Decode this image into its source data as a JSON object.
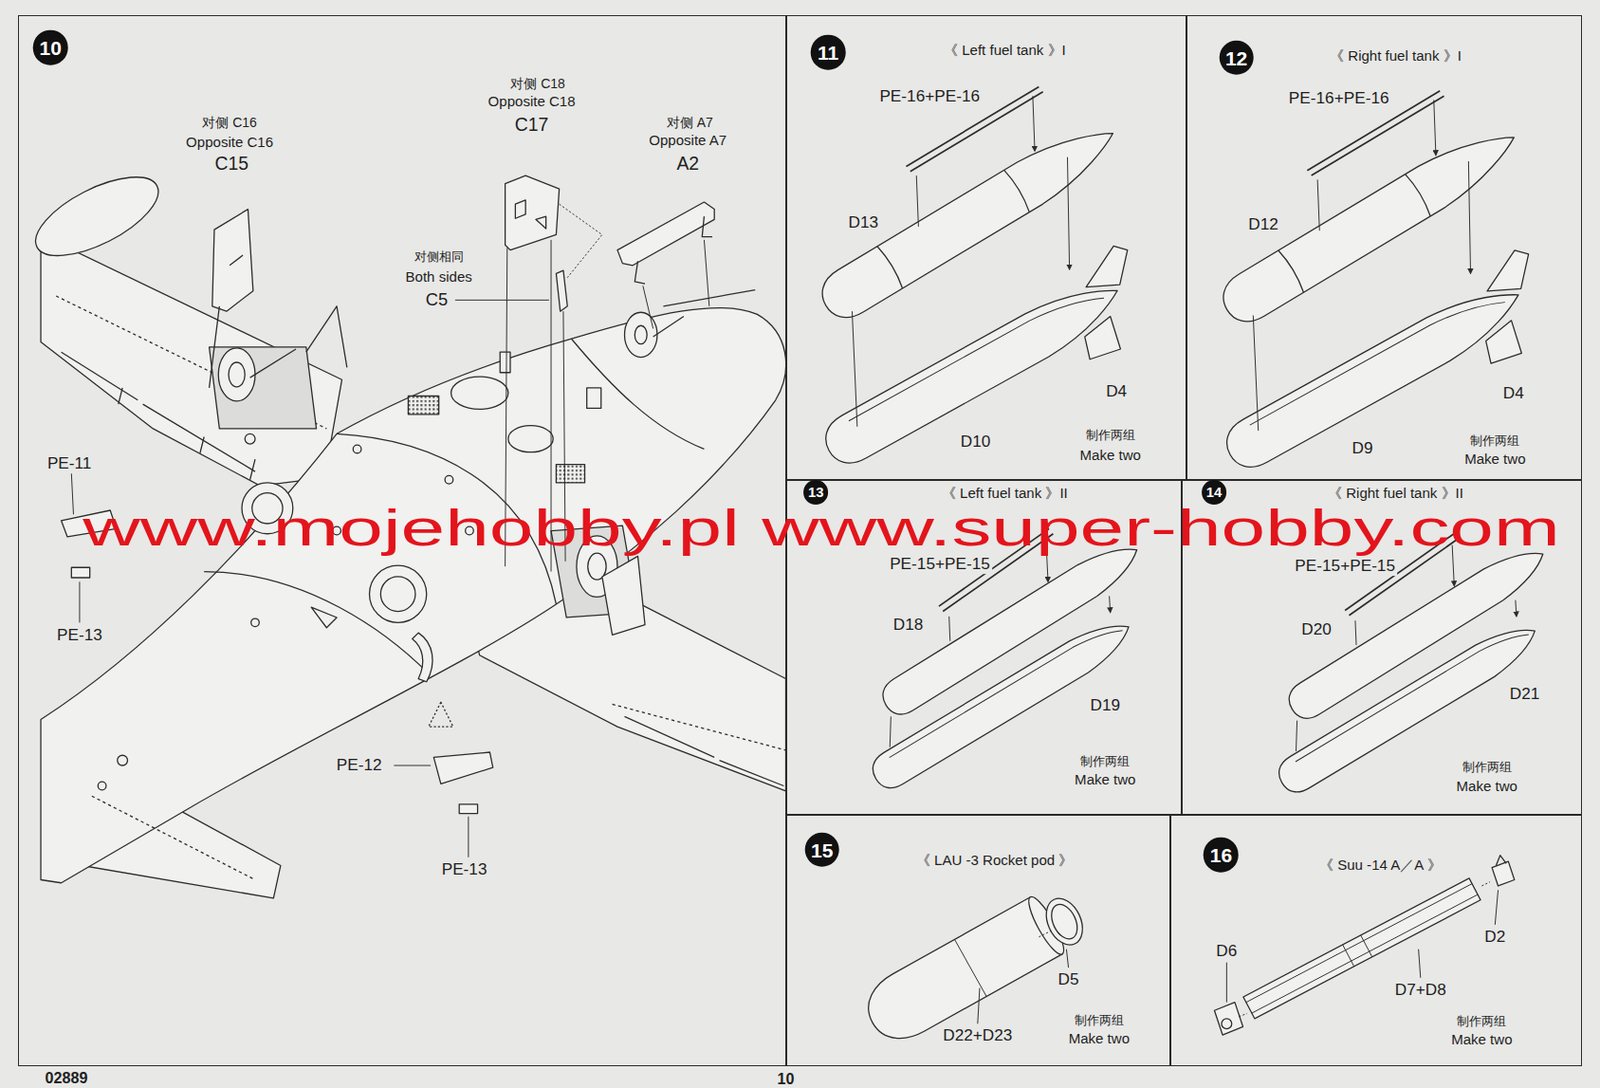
{
  "diagram": {
    "nodes": [
      {
        "text": [
          "10"
        ]
      },
      {
        "text": [
          "11",
          "《 Left fuel tank 》I"
        ]
      },
      {
        "text": [
          "12",
          "《 Right fuel tank 》I"
        ]
      },
      {
        "text": [
          "13",
          "《 Left fuel tank 》II"
        ]
      },
      {
        "text": [
          "14",
          "《 Right fuel tank 》II"
        ]
      },
      {
        "text": [
          "15",
          "《 LAU -3 Rocket pod 》"
        ]
      },
      {
        "text": [
          "16",
          "《 Suu -14 A／A 》"
        ]
      }
    ],
    "labels": [
      "对侧 C16",
      "Opposite C16",
      "C15",
      "对侧 C18",
      "Opposite C18",
      "C17",
      "对侧 A7",
      "Opposite A7",
      "A2",
      "对侧相同",
      "Both sides",
      "C5",
      "PE-11",
      "PE-13",
      "PE-12",
      "PE-13",
      "PE-16+PE-16",
      "D13",
      "D4",
      "D10",
      "制作两组",
      "Make two",
      "PE-16+PE-16",
      "D12",
      "D4",
      "D9",
      "制作两组",
      "Make two",
      "PE-15+PE-15",
      "D18",
      "D19",
      "制作两组",
      "Make two",
      "PE-15+PE-15",
      "D20",
      "D21",
      "制作两组",
      "Make two",
      "D5",
      "D22+D23",
      "制作两组",
      "Make two",
      "D2",
      "D6",
      "D7+D8",
      "制作两组",
      "Make two",
      "www.mojehobby.pl www.super-hobby.com",
      "02889",
      "10"
    ]
  }
}
